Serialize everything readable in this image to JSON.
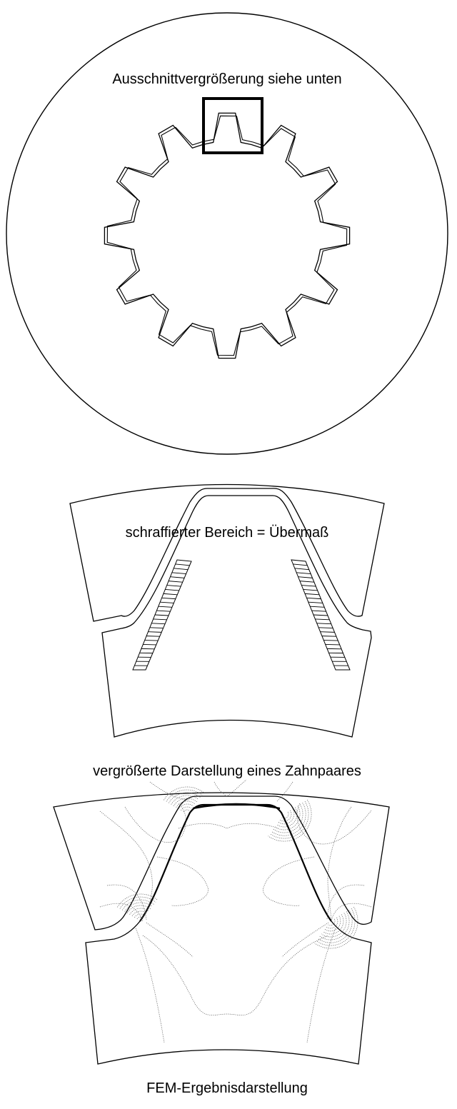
{
  "labels": {
    "zoom_note": "Ausschnittvergrößerung siehe unten",
    "hatch_note": "schraffierter Bereich = Übermaß",
    "pair_caption": "vergrößerte Darstellung eines Zahnpaares",
    "fem_caption": "FEM-Ergebnisdarstellung"
  },
  "gear": {
    "teeth": 12
  }
}
